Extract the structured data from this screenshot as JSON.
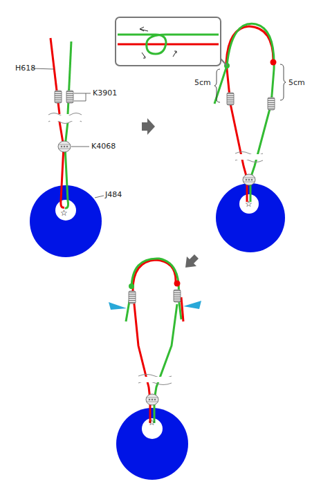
{
  "diagram": {
    "labels": [
      "H618",
      "K3901",
      "K4068",
      "J484",
      "☆",
      "5cm",
      "5cm",
      "☆",
      "☆"
    ]
  }
}
